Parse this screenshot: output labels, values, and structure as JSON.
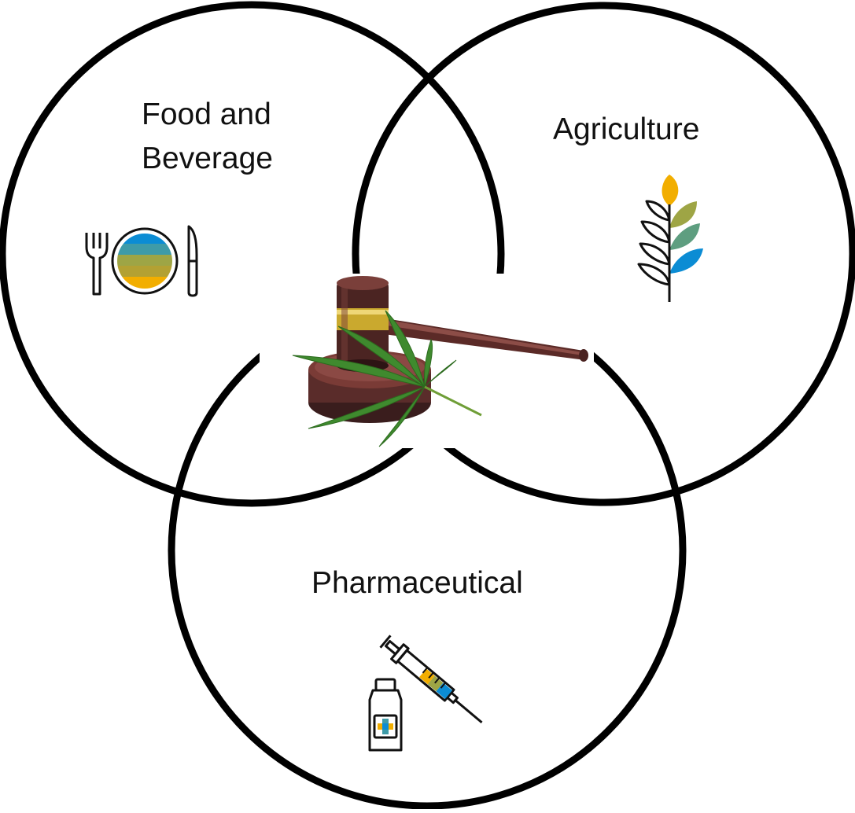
{
  "diagram": {
    "type": "venn",
    "sets": [
      {
        "id": "food",
        "label_lines": [
          "Food and",
          "Beverage"
        ],
        "icon": "fork-plate-knife-icon"
      },
      {
        "id": "agriculture",
        "label": "Agriculture",
        "icon": "wheat-leaf-icon"
      },
      {
        "id": "pharma",
        "label": "Pharmaceutical",
        "icon": "vial-syringe-icon"
      }
    ],
    "center": {
      "image": "gavel-cannabis-leaf-picture"
    }
  },
  "palette": {
    "outline": "#000000",
    "yellow": "#F2AE00",
    "olive": "#9EA545",
    "green": "#5E9E80",
    "teal": "#3E9BA8",
    "blue": "#0B8CD4"
  }
}
